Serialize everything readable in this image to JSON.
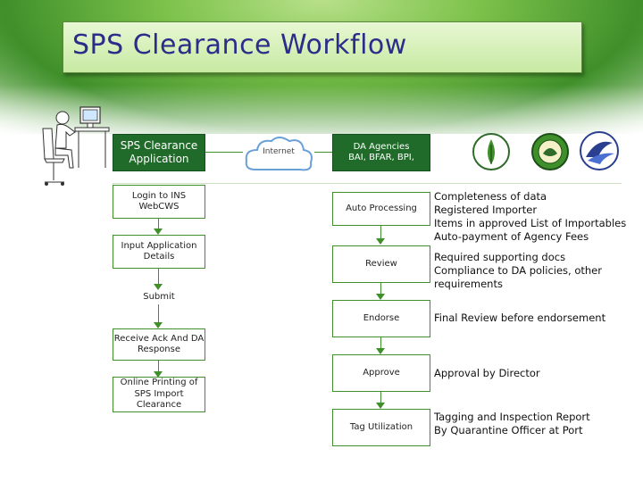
{
  "title": "SPS Clearance Workflow",
  "top": {
    "application_label": "SPS Clearance Application",
    "internet_label": "Internet",
    "agencies_line1": "DA Agencies",
    "agencies_line2": "BAI, BFAR, BPI,"
  },
  "left_steps": {
    "login": "Login to INS WebCWS",
    "input": "Input Application Details",
    "submit": "Submit",
    "receive": "Receive Ack And DA Response",
    "print": "Online Printing of SPS Import Clearance"
  },
  "middle_steps": {
    "auto": "Auto Processing",
    "review": "Review",
    "endorse": "Endorse",
    "approve": "Approve",
    "tag": "Tag Utilization"
  },
  "notes": {
    "auto": [
      "Completeness of data",
      "Registered Importer",
      "Items in approved List of Importables",
      "Auto-payment of Agency Fees"
    ],
    "review": [
      "Required supporting docs",
      "Compliance to DA policies, other",
      "requirements"
    ],
    "endorse": [
      "Final Review before endorsement"
    ],
    "approve": [
      "Approval by Director"
    ],
    "tag": [
      "Tagging and Inspection Report",
      "By Quarantine Officer at Port"
    ]
  },
  "icons": [
    "user-at-computer-icon",
    "internet-cloud-icon",
    "bpi-leaf-logo-icon",
    "bai-seal-logo-icon",
    "bfar-fish-logo-icon"
  ],
  "colors": {
    "accent": "#3f8f2a",
    "title_text": "#2c2c8a",
    "dark_box": "#206b2a"
  }
}
